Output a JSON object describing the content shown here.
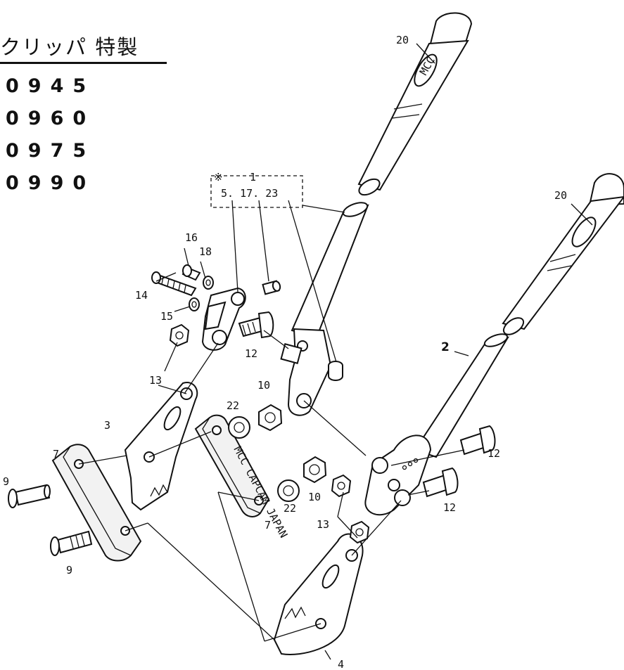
{
  "header": {
    "title": "クリッパ 特製",
    "codes": [
      "0945",
      "0960",
      "0975",
      "0990"
    ]
  },
  "assembly": {
    "note_mark": "※",
    "number": "1",
    "subparts": "5. 17. 23"
  },
  "callouts": {
    "handle_grip_upper": "20",
    "handle_grip_lower": "20",
    "arm": "2",
    "jaw_upper": "3",
    "jaw_lower": "4",
    "plate_left": "7",
    "plate_right": "7",
    "bolt_a": "9",
    "bolt_b": "9",
    "nut_a": "10",
    "nut_b": "10",
    "bolt_12_a": "12",
    "bolt_12_b": "12",
    "bolt_12_c": "12",
    "nut_13_a": "13",
    "nut_13_b": "13",
    "screw_14": "14",
    "washer_15": "15",
    "screw_16": "16",
    "washer_18": "18",
    "washer_22_a": "22",
    "washer_22_b": "22"
  },
  "embossed": {
    "grip_logo": "MCC",
    "plate_text": "MCC CAPCAM JAPAN"
  }
}
